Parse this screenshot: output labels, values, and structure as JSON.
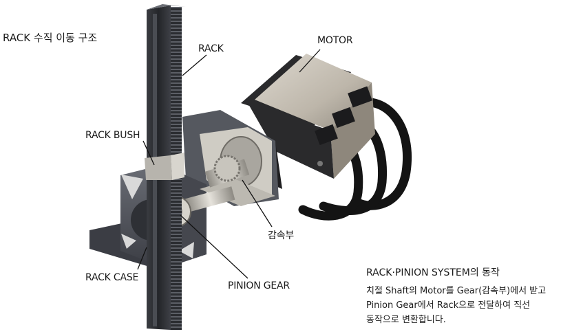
{
  "title": "RACK 수직 이동 구조",
  "labels": {
    "rack": "RACK",
    "motor": "MOTOR",
    "rack_bush": "RACK BUSH",
    "reducer": "감속부",
    "rack_case": "RACK CASE",
    "pinion_gear": "PINION GEAR"
  },
  "description": {
    "heading": "RACK·PINION SYSTEM의 동작",
    "lines": [
      "치절 Shaft의 Motor를 Gear(감속부)에서 받고",
      "Pinion Gear에서 Rack으로 전달하여 직선",
      "동작으로 변환합니다."
    ]
  },
  "colors": {
    "case": "#4a4d55",
    "case_dark": "#35373d",
    "rack": "#2b2d31",
    "motor_body": "#c9c3b8",
    "motor_dark": "#2a2a2c",
    "cable": "#141414",
    "gear": "#b9b6ae",
    "leader": "#111111"
  }
}
